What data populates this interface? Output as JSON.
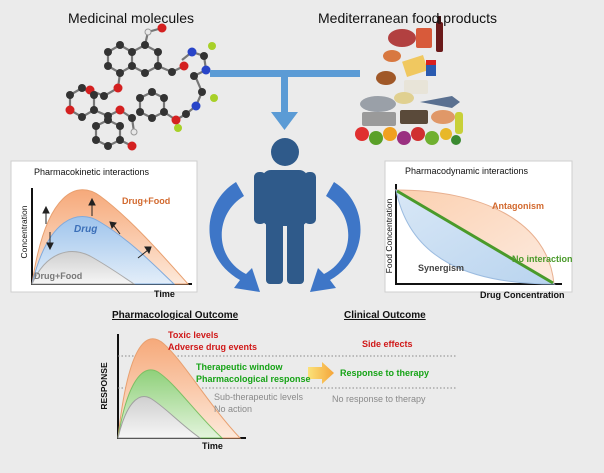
{
  "headings": {
    "medicinal": "Medicinal molecules",
    "food": "Mediterranean food products"
  },
  "pk": {
    "title": "Pharmacokinetic interactions",
    "ylabel": "Concentration",
    "xlabel": "Time",
    "labels": {
      "drug_food_up": "Drug+Food",
      "drug": "Drug",
      "drug_food_down": "Drug+Food"
    }
  },
  "pd": {
    "title": "Pharmacodynamic interactions",
    "ylabel": "Food Concentration",
    "xlabel": "Drug Concentration",
    "labels": {
      "antagonism": "Antagonism",
      "synergism": "Synergism",
      "no_interaction": "No interaction"
    }
  },
  "outcome": {
    "pharm_title": "Pharmacological Outcome",
    "clinical_title": "Clinical Outcome",
    "ylabel": "RESPONSE",
    "xlabel": "Time",
    "levels": {
      "toxic": "Toxic levels",
      "adverse": "Adverse drug events",
      "window": "Therapeutic window",
      "response": "Pharmacological response",
      "sub": "Sub-therapeutic levels",
      "noaction": "No action"
    },
    "clinical": {
      "side": "Side effects",
      "therapy": "Response to therapy",
      "none": "No response to therapy"
    }
  },
  "colors": {
    "orange": "#f7b98c",
    "blue": "#b9d4ef",
    "green": "#9fd58a",
    "gray": "#cfcfcf",
    "person": "#2f5a8a",
    "arrow": "#3e76c7",
    "red_text": "#d01818",
    "green_text": "#16a316",
    "gray_text": "#8a8a8a"
  },
  "icons": [
    "person-icon",
    "molecule-icon",
    "food-collage-icon",
    "curved-arrow-icon",
    "highlight-arrow-icon"
  ]
}
